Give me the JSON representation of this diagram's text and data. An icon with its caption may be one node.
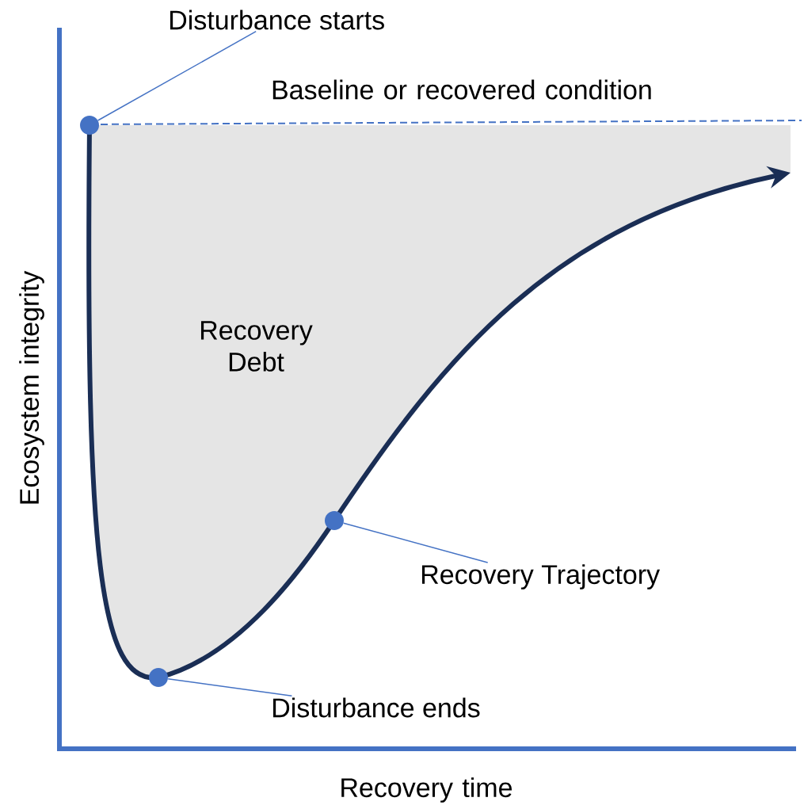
{
  "diagram": {
    "nodes": [
      {
        "text": [
          "Disturbance starts"
        ]
      },
      {
        "text": [],
        "shape": "circle"
      },
      {
        "text": [
          "Recovery Trajectory"
        ]
      },
      {
        "text": [],
        "shape": "circle"
      },
      {
        "text": [
          "Disturbance ends"
        ]
      },
      {
        "text": [],
        "shape": "circle"
      }
    ],
    "edges": [
      {
        "from": 0,
        "to": 1,
        "arrow": "none"
      },
      {
        "from": 2,
        "to": 3,
        "arrow": "none"
      },
      {
        "from": 4,
        "to": 5,
        "arrow": "none"
      }
    ],
    "labels": [
      "Baseline or recovered condition",
      "Recovery Debt",
      "Ecosystem integrity",
      "Recovery time"
    ]
  }
}
